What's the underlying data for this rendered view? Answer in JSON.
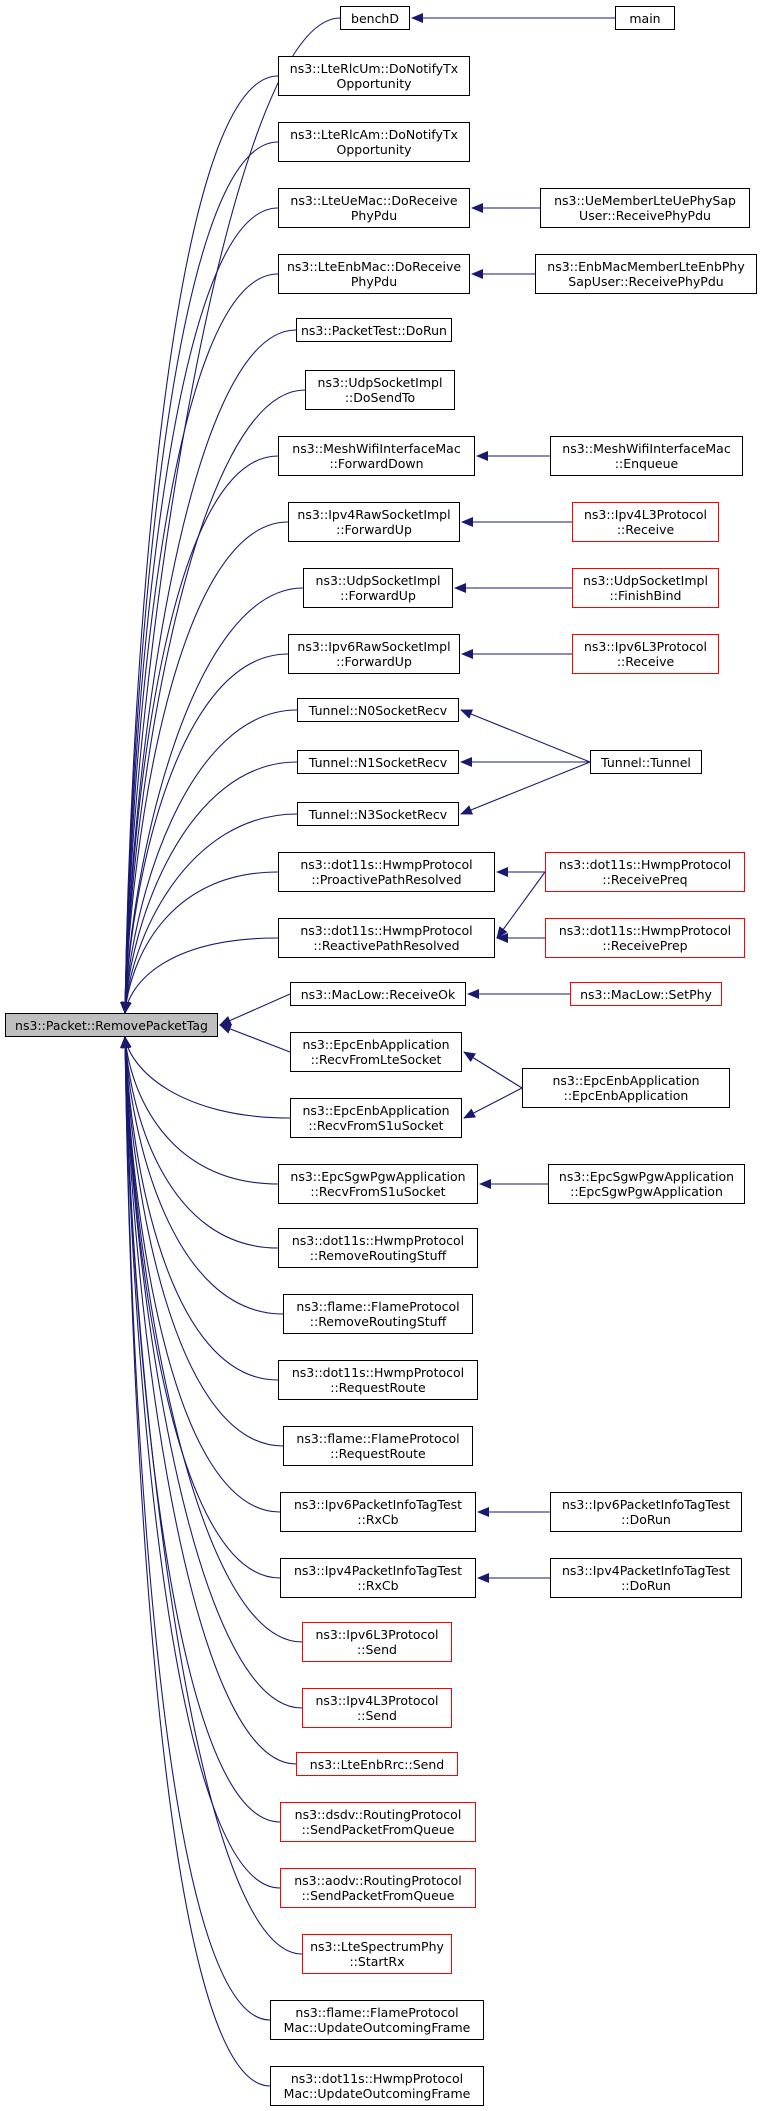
{
  "root": {
    "id": "root",
    "lines": [
      "ns3::Packet::RemovePacketTag"
    ]
  },
  "callers": [
    {
      "id": "benchD",
      "lines": [
        "benchD"
      ]
    },
    {
      "id": "rlcum",
      "lines": [
        "ns3::LteRlcUm::DoNotifyTx",
        "Opportunity"
      ]
    },
    {
      "id": "rlcam",
      "lines": [
        "ns3::LteRlcAm::DoNotifyTx",
        "Opportunity"
      ]
    },
    {
      "id": "uemac",
      "lines": [
        "ns3::LteUeMac::DoReceive",
        "PhyPdu"
      ]
    },
    {
      "id": "enbmac",
      "lines": [
        "ns3::LteEnbMac::DoReceive",
        "PhyPdu"
      ]
    },
    {
      "id": "packettest",
      "lines": [
        "ns3::PacketTest::DoRun"
      ]
    },
    {
      "id": "udpsendto",
      "lines": [
        "ns3::UdpSocketImpl",
        "::DoSendTo"
      ]
    },
    {
      "id": "meshfwd",
      "lines": [
        "ns3::MeshWifiInterfaceMac",
        "::ForwardDown"
      ]
    },
    {
      "id": "ipv4raw",
      "lines": [
        "ns3::Ipv4RawSocketImpl",
        "::ForwardUp"
      ]
    },
    {
      "id": "udpfwd",
      "lines": [
        "ns3::UdpSocketImpl",
        "::ForwardUp"
      ]
    },
    {
      "id": "ipv6raw",
      "lines": [
        "ns3::Ipv6RawSocketImpl",
        "::ForwardUp"
      ]
    },
    {
      "id": "n0",
      "lines": [
        "Tunnel::N0SocketRecv"
      ]
    },
    {
      "id": "n1",
      "lines": [
        "Tunnel::N1SocketRecv"
      ]
    },
    {
      "id": "n3",
      "lines": [
        "Tunnel::N3SocketRecv"
      ]
    },
    {
      "id": "proactive",
      "lines": [
        "ns3::dot11s::HwmpProtocol",
        "::ProactivePathResolved"
      ]
    },
    {
      "id": "reactive",
      "lines": [
        "ns3::dot11s::HwmpProtocol",
        "::ReactivePathResolved"
      ]
    },
    {
      "id": "maclowrecv",
      "lines": [
        "ns3::MacLow::ReceiveOk"
      ]
    },
    {
      "id": "epcrecvlte",
      "lines": [
        "ns3::EpcEnbApplication",
        "::RecvFromLteSocket"
      ]
    },
    {
      "id": "epcrecvs1u",
      "lines": [
        "ns3::EpcEnbApplication",
        "::RecvFromS1uSocket"
      ]
    },
    {
      "id": "sgwrecv",
      "lines": [
        "ns3::EpcSgwPgwApplication",
        "::RecvFromS1uSocket"
      ]
    },
    {
      "id": "hwmpremove",
      "lines": [
        "ns3::dot11s::HwmpProtocol",
        "::RemoveRoutingStuff"
      ]
    },
    {
      "id": "flameremove",
      "lines": [
        "ns3::flame::FlameProtocol",
        "::RemoveRoutingStuff"
      ]
    },
    {
      "id": "hwmpreq",
      "lines": [
        "ns3::dot11s::HwmpProtocol",
        "::RequestRoute"
      ]
    },
    {
      "id": "flamereq",
      "lines": [
        "ns3::flame::FlameProtocol",
        "::RequestRoute"
      ]
    },
    {
      "id": "ipv6rxcb",
      "lines": [
        "ns3::Ipv6PacketInfoTagTest",
        "::RxCb"
      ]
    },
    {
      "id": "ipv4rxcb",
      "lines": [
        "ns3::Ipv4PacketInfoTagTest",
        "::RxCb"
      ]
    },
    {
      "id": "ipv6send",
      "lines": [
        "ns3::Ipv6L3Protocol",
        "::Send"
      ],
      "red": true
    },
    {
      "id": "ipv4send",
      "lines": [
        "ns3::Ipv4L3Protocol",
        "::Send"
      ],
      "red": true
    },
    {
      "id": "rrcsend",
      "lines": [
        "ns3::LteEnbRrc::Send"
      ],
      "red": true
    },
    {
      "id": "dsdv",
      "lines": [
        "ns3::dsdv::RoutingProtocol",
        "::SendPacketFromQueue"
      ],
      "red": true
    },
    {
      "id": "aodv",
      "lines": [
        "ns3::aodv::RoutingProtocol",
        "::SendPacketFromQueue"
      ],
      "red": true
    },
    {
      "id": "spectrum",
      "lines": [
        "ns3::LteSpectrumPhy",
        "::StartRx"
      ],
      "red": true
    },
    {
      "id": "flamemac",
      "lines": [
        "ns3::flame::FlameProtocol",
        "Mac::UpdateOutcomingFrame"
      ]
    },
    {
      "id": "hwmpmac",
      "lines": [
        "ns3::dot11s::HwmpProtocol",
        "Mac::UpdateOutcomingFrame"
      ]
    }
  ],
  "outer": [
    {
      "id": "main",
      "lines": [
        "main"
      ]
    },
    {
      "id": "uephysap",
      "lines": [
        "ns3::UeMemberLteUePhySap",
        "User::ReceivePhyPdu"
      ]
    },
    {
      "id": "enbphysap",
      "lines": [
        "ns3::EnbMacMemberLteEnbPhy",
        "SapUser::ReceivePhyPdu"
      ]
    },
    {
      "id": "enqueue",
      "lines": [
        "ns3::MeshWifiInterfaceMac",
        "::Enqueue"
      ]
    },
    {
      "id": "ipv4recv",
      "lines": [
        "ns3::Ipv4L3Protocol",
        "::Receive"
      ],
      "red": true
    },
    {
      "id": "finishbind",
      "lines": [
        "ns3::UdpSocketImpl",
        "::FinishBind"
      ],
      "red": true
    },
    {
      "id": "ipv6recv",
      "lines": [
        "ns3::Ipv6L3Protocol",
        "::Receive"
      ],
      "red": true
    },
    {
      "id": "tunnel",
      "lines": [
        "Tunnel::Tunnel"
      ]
    },
    {
      "id": "preq",
      "lines": [
        "ns3::dot11s::HwmpProtocol",
        "::ReceivePreq"
      ],
      "red": true
    },
    {
      "id": "prep",
      "lines": [
        "ns3::dot11s::HwmpProtocol",
        "::ReceivePrep"
      ],
      "red": true
    },
    {
      "id": "setphy",
      "lines": [
        "ns3::MacLow::SetPhy"
      ],
      "red": true
    },
    {
      "id": "epcenbapp",
      "lines": [
        "ns3::EpcEnbApplication",
        "::EpcEnbApplication"
      ]
    },
    {
      "id": "sgwapp",
      "lines": [
        "ns3::EpcSgwPgwApplication",
        "::EpcSgwPgwApplication"
      ]
    },
    {
      "id": "ipv6dorun",
      "lines": [
        "ns3::Ipv6PacketInfoTagTest",
        "::DoRun"
      ]
    },
    {
      "id": "ipv4dorun",
      "lines": [
        "ns3::Ipv4PacketInfoTagTest",
        "::DoRun"
      ]
    }
  ],
  "edges": [
    [
      "main",
      "benchD"
    ],
    [
      "uephysap",
      "uemac"
    ],
    [
      "enbphysap",
      "enbmac"
    ],
    [
      "enqueue",
      "meshfwd"
    ],
    [
      "ipv4recv",
      "ipv4raw"
    ],
    [
      "finishbind",
      "udpfwd"
    ],
    [
      "ipv6recv",
      "ipv6raw"
    ],
    [
      "tunnel",
      "n0"
    ],
    [
      "tunnel",
      "n1"
    ],
    [
      "tunnel",
      "n3"
    ],
    [
      "preq",
      "proactive"
    ],
    [
      "preq",
      "reactive"
    ],
    [
      "prep",
      "reactive"
    ],
    [
      "setphy",
      "maclowrecv"
    ],
    [
      "epcenbapp",
      "epcrecvlte"
    ],
    [
      "epcenbapp",
      "epcrecvs1u"
    ],
    [
      "sgwapp",
      "sgwrecv"
    ],
    [
      "ipv6dorun",
      "ipv6rxcb"
    ],
    [
      "ipv4dorun",
      "ipv4rxcb"
    ]
  ],
  "colors": {
    "edge": "#191970",
    "root_fill": "#bfbfbf",
    "outline": "#000000",
    "outline_red": "#ff0000"
  }
}
